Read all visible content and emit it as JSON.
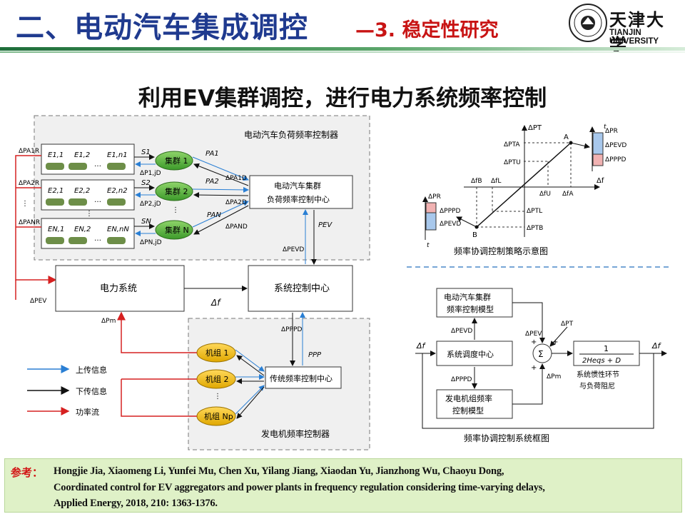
{
  "header": {
    "title_main": "二、电动汽车集成调控",
    "title_sub": "—3. 稳定性研究",
    "university_cn": "天津大学",
    "university_en": "TIANJIN UNIVERSITY"
  },
  "slide_heading": "利用EV集群调控，进行电力系统频率控制",
  "left_diagram": {
    "ev_controller_title": "电动汽车负荷频率控制器",
    "ev_center_line1": "电动汽车集群",
    "ev_center_line2": "负荷频率控制中心",
    "clusters": [
      "集群 1",
      "集群 2",
      "集群 N"
    ],
    "ev_rows": [
      [
        "E1,1",
        "E1,2",
        "E1,n1"
      ],
      [
        "E2,1",
        "E2,2",
        "E2,n2"
      ],
      [
        "EN,1",
        "EN,2",
        "EN,nN"
      ]
    ],
    "power_system": "电力系统",
    "system_center": "系统控制中心",
    "gen_center": "传统频率控制中心",
    "gen_units": [
      "机组 1",
      "机组 2",
      "机组 Np"
    ],
    "gen_controller_title": "发电机频率控制器",
    "signals": {
      "dPA1R": "ΔPA1R",
      "dPA2R": "ΔPA2R",
      "dPANR": "ΔPANR",
      "S1": "S1",
      "S2": "S2",
      "SN": "SN",
      "PA1": "PA1",
      "PA2": "PA2",
      "PAN": "PAN",
      "dPA1D": "ΔPA1D",
      "dPA2D": "ΔPA2D",
      "dPAND": "ΔPAND",
      "dP1jD": "ΔP1,jD",
      "dP2jD": "ΔP2,jD",
      "dPNjD": "ΔPN,jD",
      "PEV": "PEV",
      "dPEVD": "ΔPEVD",
      "dPEV": "ΔPEV",
      "df": "Δf",
      "dPm": "ΔPm",
      "dPPPD": "ΔPPPD",
      "PPP": "PPP"
    },
    "legend": [
      "上传信息",
      "下传信息",
      "功率流"
    ],
    "legend_colors": [
      "#2a7fd4",
      "#111111",
      "#d62020"
    ]
  },
  "right_top": {
    "caption": "频率协调控制策略示意图",
    "labels": {
      "dPT": "ΔPT",
      "A": "A",
      "B": "B",
      "df": "Δf",
      "dPTA": "ΔPTA",
      "dPTU": "ΔPTU",
      "dPTL": "ΔPTL",
      "dPTB": "ΔPTB",
      "dfB": "ΔfB",
      "dfL": "ΔfL",
      "dfU": "ΔfU",
      "dfA": "ΔfA",
      "dPR": "ΔPR",
      "dPEVD": "ΔPEVD",
      "dPPPD": "ΔPPPD",
      "t": "t"
    }
  },
  "right_bottom": {
    "caption": "频率协调控制系统框图",
    "blocks": {
      "ev_model_1": "电动汽车集群",
      "ev_model_2": "频率控制模型",
      "dispatch": "系统调度中心",
      "gen_model_1": "发电机组频率",
      "gen_model_2": "控制模型",
      "tf_num": "1",
      "tf_den": "2Heqs + D",
      "sum": "Σ",
      "inertia_1": "系统惯性环节",
      "inertia_2": "与负荷阻尼"
    },
    "labels": {
      "df_in": "Δf",
      "df_out": "Δf",
      "dPEVD": "ΔPEVD",
      "dPPPD": "ΔPPPD",
      "dPEV": "ΔPEV",
      "dPm": "ΔPm",
      "dPT": "ΔPT",
      "plus1": "+",
      "plus2": "+",
      "plus3": "+"
    }
  },
  "reference": {
    "label": "参考：",
    "lines": [
      "Hongjie Jia, Xiaomeng Li, Yunfei Mu, Chen Xu, Yilang Jiang, Xiaodan Yu, Jianzhong Wu, Chaoyu Dong,",
      "Coordinated control for EV aggregators and power plants in frequency regulation considering time-varying delays,",
      "Applied Energy, 2018, 210: 1363-1376."
    ]
  }
}
